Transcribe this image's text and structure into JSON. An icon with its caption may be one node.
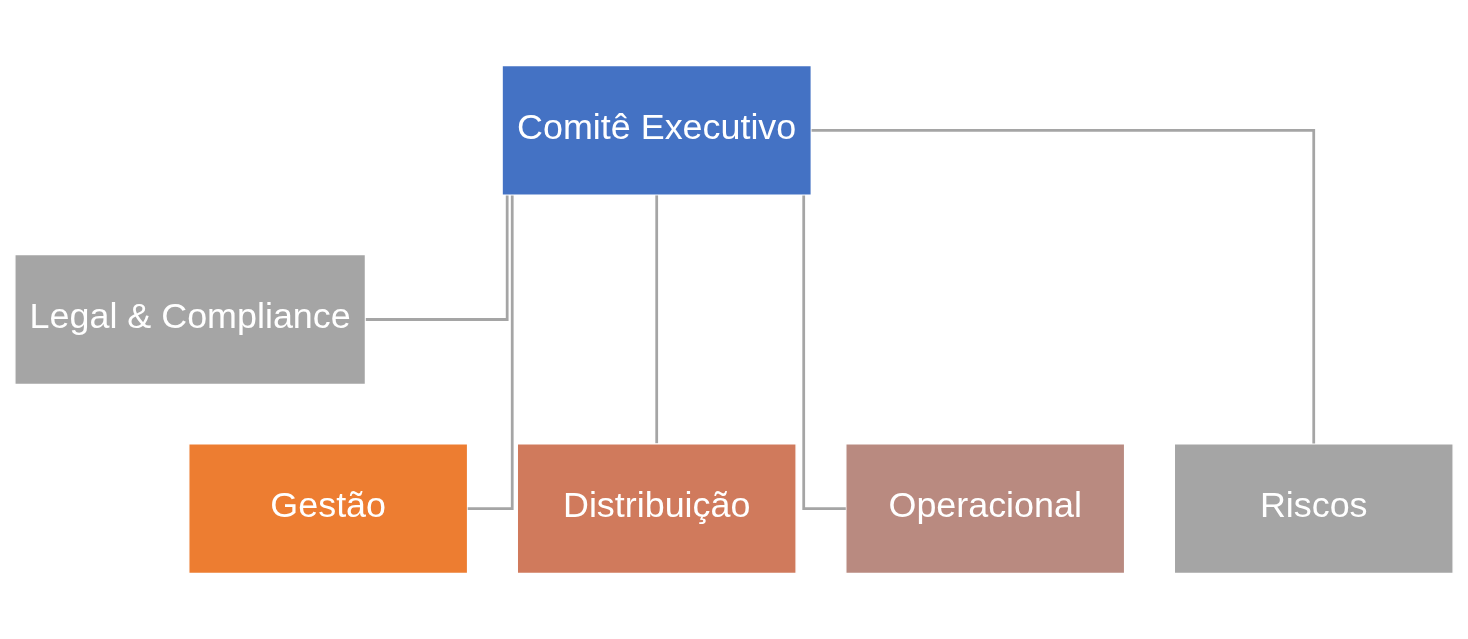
{
  "diagram": {
    "nodes": [
      {
        "text": [
          "Comitê Executivo"
        ]
      },
      {
        "text": [
          "Legal & Compliance"
        ]
      },
      {
        "text": [
          "Gestão"
        ]
      },
      {
        "text": [
          "Distribuição"
        ]
      },
      {
        "text": [
          "Operacional"
        ]
      },
      {
        "text": [
          "Riscos"
        ]
      }
    ],
    "edges": [
      {
        "from": 0,
        "to": 1,
        "arrow": "none"
      },
      {
        "from": 0,
        "to": 2,
        "arrow": "none"
      },
      {
        "from": 0,
        "to": 3,
        "arrow": "none"
      },
      {
        "from": 0,
        "to": 4,
        "arrow": "none"
      },
      {
        "from": 0,
        "to": 5,
        "arrow": "none"
      }
    ]
  }
}
